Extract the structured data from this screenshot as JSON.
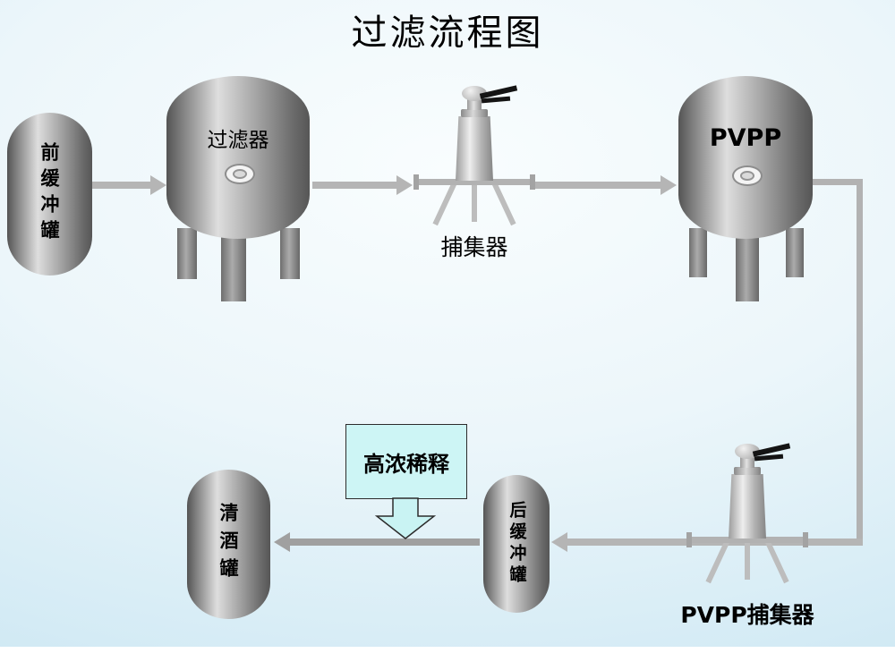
{
  "slide": {
    "title": "过滤流程图"
  },
  "nodes": {
    "front_buffer_tank": {
      "label": "前缓冲罐",
      "type": "tank"
    },
    "filter": {
      "label": "过滤器",
      "type": "vessel"
    },
    "trap": {
      "label": "捕集器",
      "type": "inline-strainer"
    },
    "pvpp_tank": {
      "label": "PVPP",
      "type": "vessel"
    },
    "pvpp_trap": {
      "label": "PVPP捕集器",
      "type": "inline-strainer"
    },
    "rear_buffer_tank": {
      "label": "后缓冲罐",
      "type": "tank"
    },
    "clear_beer_tank": {
      "label": "清酒罐",
      "type": "tank"
    },
    "dilution_callout": {
      "label": "高浓稀释",
      "type": "callout"
    }
  },
  "flows": [
    {
      "from": "front_buffer_tank",
      "to": "filter"
    },
    {
      "from": "filter",
      "to": "trap"
    },
    {
      "from": "trap",
      "to": "pvpp_tank"
    },
    {
      "from": "pvpp_tank",
      "to": "pvpp_trap"
    },
    {
      "from": "pvpp_trap",
      "to": "rear_buffer_tank"
    },
    {
      "from": "rear_buffer_tank",
      "to": "clear_beer_tank"
    },
    {
      "from": "dilution_callout",
      "to": "rear_buffer_to_clear_beer_line"
    }
  ],
  "colors": {
    "background_center": "#f9fdfe",
    "background_edge": "#bfe0ef",
    "tank_gray_dark": "#545454",
    "tank_gray_light": "#dedede",
    "arrow_gray": "#b5b5b5",
    "callout_fill": "#cdf5f5"
  }
}
